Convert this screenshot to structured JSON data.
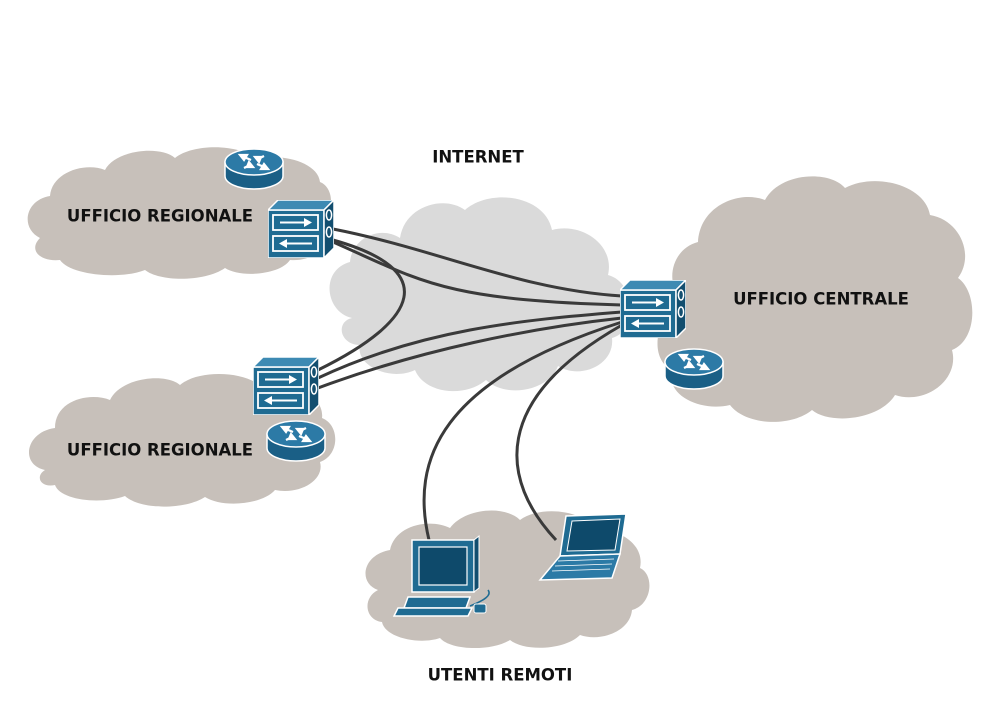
{
  "labels": {
    "internet": "INTERNET",
    "regional_office_top": "UFFICIO REGIONALE",
    "regional_office_bottom": "UFFICIO REGIONALE",
    "central_office": "UFFICIO CENTRALE",
    "remote_users": "UTENTI REMOTI"
  },
  "colors": {
    "site_cloud": "#c7c0ba",
    "internet_cloud": "#dadada",
    "device": "#1f6b92",
    "device_dark": "#0e4a6b",
    "link": "#3a3a3a"
  },
  "icons": [
    "router-icon",
    "firewall-icon",
    "workstation-icon",
    "laptop-icon"
  ]
}
